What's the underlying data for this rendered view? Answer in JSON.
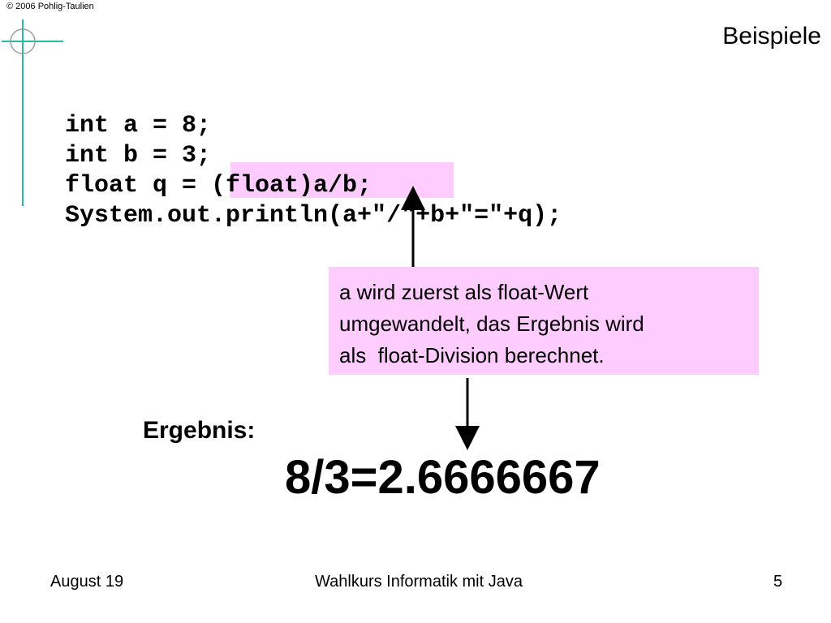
{
  "copyright": "© 2006 Pohlig-Taulien",
  "title": "Beispiele",
  "code_lines": [
    "int a = 8;",
    "int b = 3;",
    "float q = (float)a/b;",
    "System.out.println(a+\"/\"+b+\"=\"+q);"
  ],
  "note_lines": [
    "a wird zuerst als float-Wert",
    "umgewandelt, das Ergebnis wird",
    "als  float-Division berechnet."
  ],
  "result_label": "Ergebnis:",
  "result_value": "8/3=2.6666667",
  "footer": {
    "left": "August 19",
    "center": "Wahlkurs Informatik mit Java",
    "right": "5"
  },
  "colors": {
    "highlight": "#ffccff",
    "logo": "#2bb8a8"
  }
}
